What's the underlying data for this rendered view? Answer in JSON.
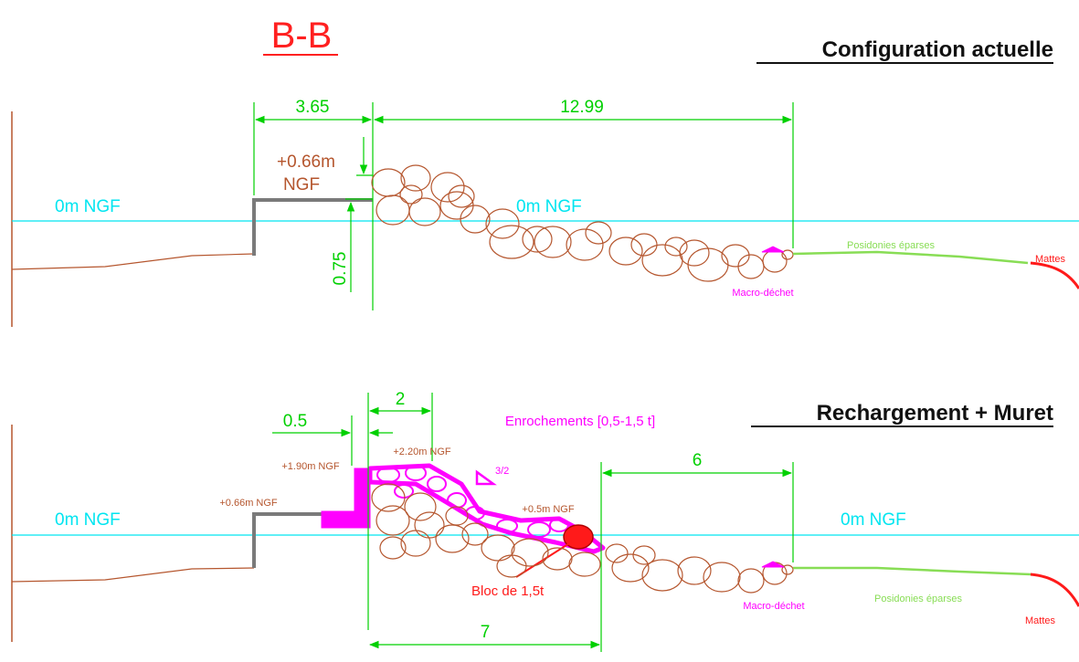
{
  "section_label": "B-B",
  "colors": {
    "water": "#00e5f0",
    "dimension": "#00d000",
    "terrain": "#b5562e",
    "rock": "#b5562e",
    "structure": "#7a7a7a",
    "enrochement": "#ff00ff",
    "posidonies": "#88dd55",
    "mattes": "#ff1a1a",
    "block": "#ff1a1a",
    "title_red": "#ff2020"
  },
  "current": {
    "title": "Configuration actuelle",
    "water_label_left": "0m NGF",
    "water_label_mid": "0m NGF",
    "dim_width_wall": "3.65",
    "dim_width_rocks": "12.99",
    "dim_height": "0.75",
    "wall_top_level_1": "+0.66m",
    "wall_top_level_2": "NGF",
    "macro_dechet": "Macro-déchet",
    "posidonies": "Posidonies éparses",
    "mattes": "Mattes"
  },
  "proposed": {
    "title": "Rechargement + Muret",
    "water_label_left": "0m NGF",
    "water_label_right": "0m NGF",
    "dim_muret": "0.5",
    "dim_crest": "2",
    "dim_toe": "6",
    "dim_base": "7",
    "level_066": "+0.66m NGF",
    "level_190": "+1.90m NGF",
    "level_220": "+2.20m NGF",
    "level_05": "+0.5m NGF",
    "enrochements": "Enrochements [0,5-1,5 t]",
    "slope": "3/2",
    "bloc": "Bloc de 1,5t",
    "macro_dechet": "Macro-déchet",
    "posidonies": "Posidonies éparses",
    "mattes": "Mattes"
  }
}
